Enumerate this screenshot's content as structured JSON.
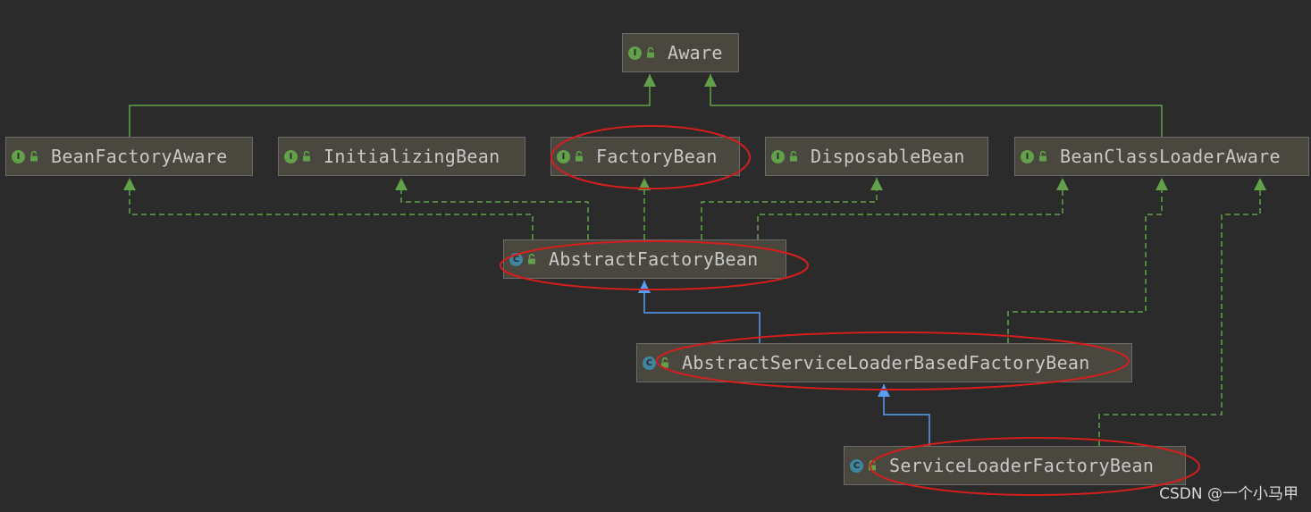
{
  "diagram": {
    "nodes": [
      {
        "id": "aware",
        "kind": "I",
        "label": "Aware"
      },
      {
        "id": "beanfactoryaware",
        "kind": "I",
        "label": "BeanFactoryAware"
      },
      {
        "id": "initializingbean",
        "kind": "I",
        "label": "InitializingBean"
      },
      {
        "id": "factorybean",
        "kind": "I",
        "label": "FactoryBean"
      },
      {
        "id": "disposablebean",
        "kind": "I",
        "label": "DisposableBean"
      },
      {
        "id": "beanclassloaderaware",
        "kind": "I",
        "label": "BeanClassLoaderAware"
      },
      {
        "id": "abstractfactorybean",
        "kind": "C",
        "label": "AbstractFactoryBean"
      },
      {
        "id": "abstractserviceloaderbasedfactorybean",
        "kind": "C",
        "label": "AbstractServiceLoaderBasedFactoryBean"
      },
      {
        "id": "serviceloaderfactorybean",
        "kind": "C",
        "label": "ServiceLoaderFactoryBean"
      }
    ],
    "edges": [
      {
        "from": "beanfactoryaware",
        "to": "aware",
        "type": "extends"
      },
      {
        "from": "beanclassloaderaware",
        "to": "aware",
        "type": "extends"
      },
      {
        "from": "abstractfactorybean",
        "to": "beanfactoryaware",
        "type": "implements"
      },
      {
        "from": "abstractfactorybean",
        "to": "initializingbean",
        "type": "implements"
      },
      {
        "from": "abstractfactorybean",
        "to": "factorybean",
        "type": "implements"
      },
      {
        "from": "abstractfactorybean",
        "to": "disposablebean",
        "type": "implements"
      },
      {
        "from": "abstractfactorybean",
        "to": "beanclassloaderaware",
        "type": "implements"
      },
      {
        "from": "abstractserviceloaderbasedfactorybean",
        "to": "abstractfactorybean",
        "type": "extends-class"
      },
      {
        "from": "abstractserviceloaderbasedfactorybean",
        "to": "beanclassloaderaware",
        "type": "implements"
      },
      {
        "from": "serviceloaderfactorybean",
        "to": "abstractserviceloaderbasedfactorybean",
        "type": "extends-class"
      },
      {
        "from": "serviceloaderfactorybean",
        "to": "beanclassloaderaware",
        "type": "implements"
      }
    ],
    "highlighted": [
      "factorybean",
      "abstractfactorybean",
      "abstractserviceloaderbasedfactorybean",
      "serviceloaderfactorybean"
    ]
  },
  "colors": {
    "background": "#2b2b2b",
    "interface_edge": "#62a14a",
    "class_edge": "#589df6",
    "highlight": "#d41e1e"
  },
  "watermark": "CSDN @一个小马甲"
}
